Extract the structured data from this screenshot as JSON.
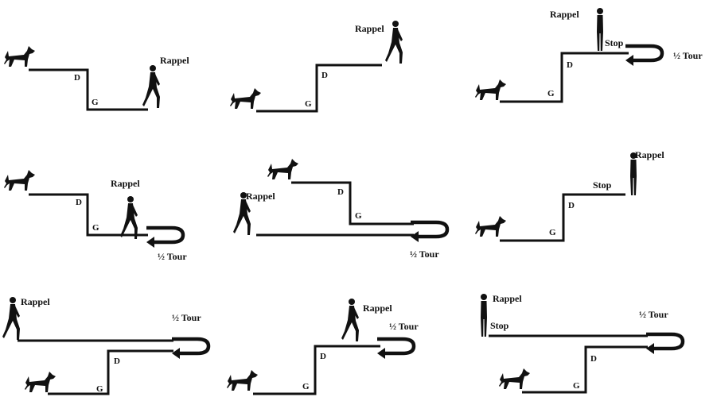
{
  "labels": {
    "rappel": "Rappel",
    "stop": "Stop",
    "half_turn": "½ Tour",
    "d": "D",
    "g": "G"
  },
  "panels": [
    {
      "id": 1,
      "labels": [
        "Rappel",
        "D",
        "G"
      ]
    },
    {
      "id": 2,
      "labels": [
        "Rappel",
        "D",
        "G"
      ]
    },
    {
      "id": 3,
      "labels": [
        "Rappel",
        "Stop",
        "½ Tour",
        "D",
        "G"
      ]
    },
    {
      "id": 4,
      "labels": [
        "Rappel",
        "D",
        "G",
        "½ Tour"
      ]
    },
    {
      "id": 5,
      "labels": [
        "Rappel",
        "D",
        "G",
        "½ Tour"
      ]
    },
    {
      "id": 6,
      "labels": [
        "Rappel",
        "Stop",
        "D",
        "G"
      ]
    },
    {
      "id": 7,
      "labels": [
        "Rappel",
        "½ Tour",
        "D",
        "G"
      ]
    },
    {
      "id": 8,
      "labels": [
        "Rappel",
        "½ Tour",
        "D",
        "G"
      ]
    },
    {
      "id": 9,
      "labels": [
        "Rappel",
        "Stop",
        "½ Tour",
        "D",
        "G"
      ]
    }
  ],
  "colors": {
    "ink": "#111111",
    "background": "#ffffff"
  },
  "icons": [
    "dog-icon",
    "person-walking-icon",
    "person-standing-icon",
    "half-turn-arrow-icon"
  ]
}
